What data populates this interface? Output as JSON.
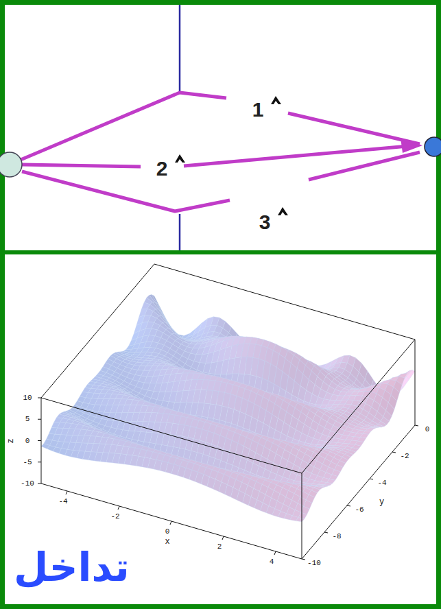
{
  "diagram": {
    "title": "تداخل",
    "labels": [
      "1",
      "2",
      "3",
      "z",
      "x",
      "y",
      "10",
      "5",
      "0",
      "-5",
      "-10",
      "-4",
      "-2",
      "0",
      "2",
      "4",
      "0",
      "-2",
      "-4",
      "-6",
      "-8",
      "-10"
    ]
  }
}
